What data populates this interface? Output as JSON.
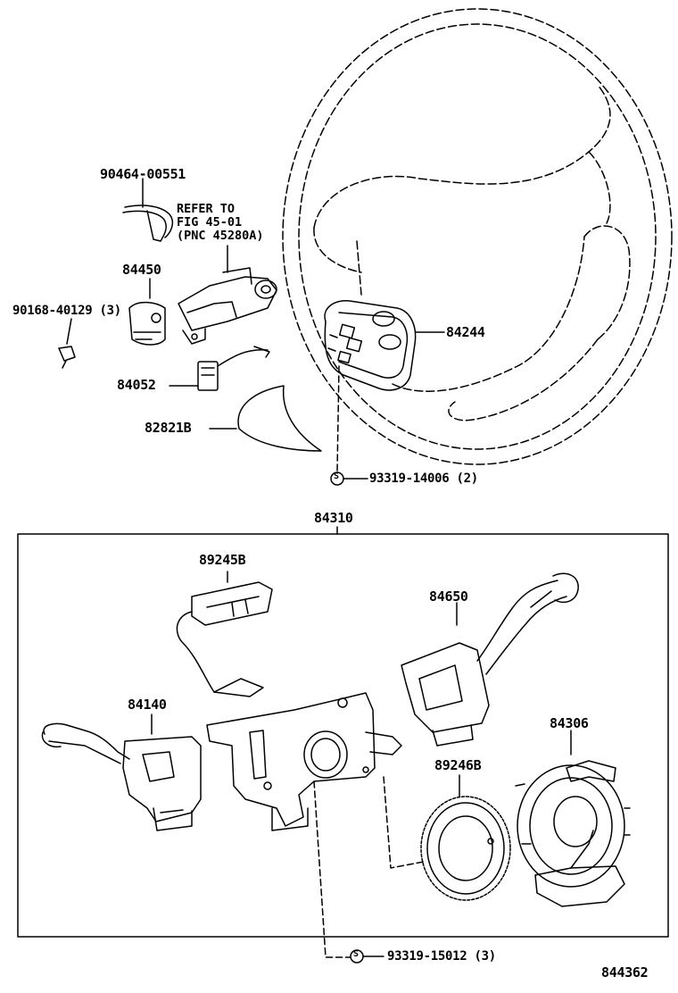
{
  "labels": {
    "clamp": "90464-00551",
    "refer_line1": "REFER TO",
    "refer_line2": "FIG 45-01",
    "refer_line3": "(PNC 45280A)",
    "cover": "84450",
    "screw": "90168-40129 (3)",
    "connector": "84052",
    "column_cover": "82821B",
    "steering_switch": "84244",
    "screw_top": "93319-14006 (2)",
    "assembly": "84310",
    "sensor": "89245B",
    "wiper_switch": "84650",
    "headlight_switch": "84140",
    "spiral_cable": "84306",
    "rotor": "89246B",
    "screw_bottom": "93319-15012 (3)",
    "figure_number": "844362"
  },
  "symbols": {
    "s_mark": "S"
  }
}
